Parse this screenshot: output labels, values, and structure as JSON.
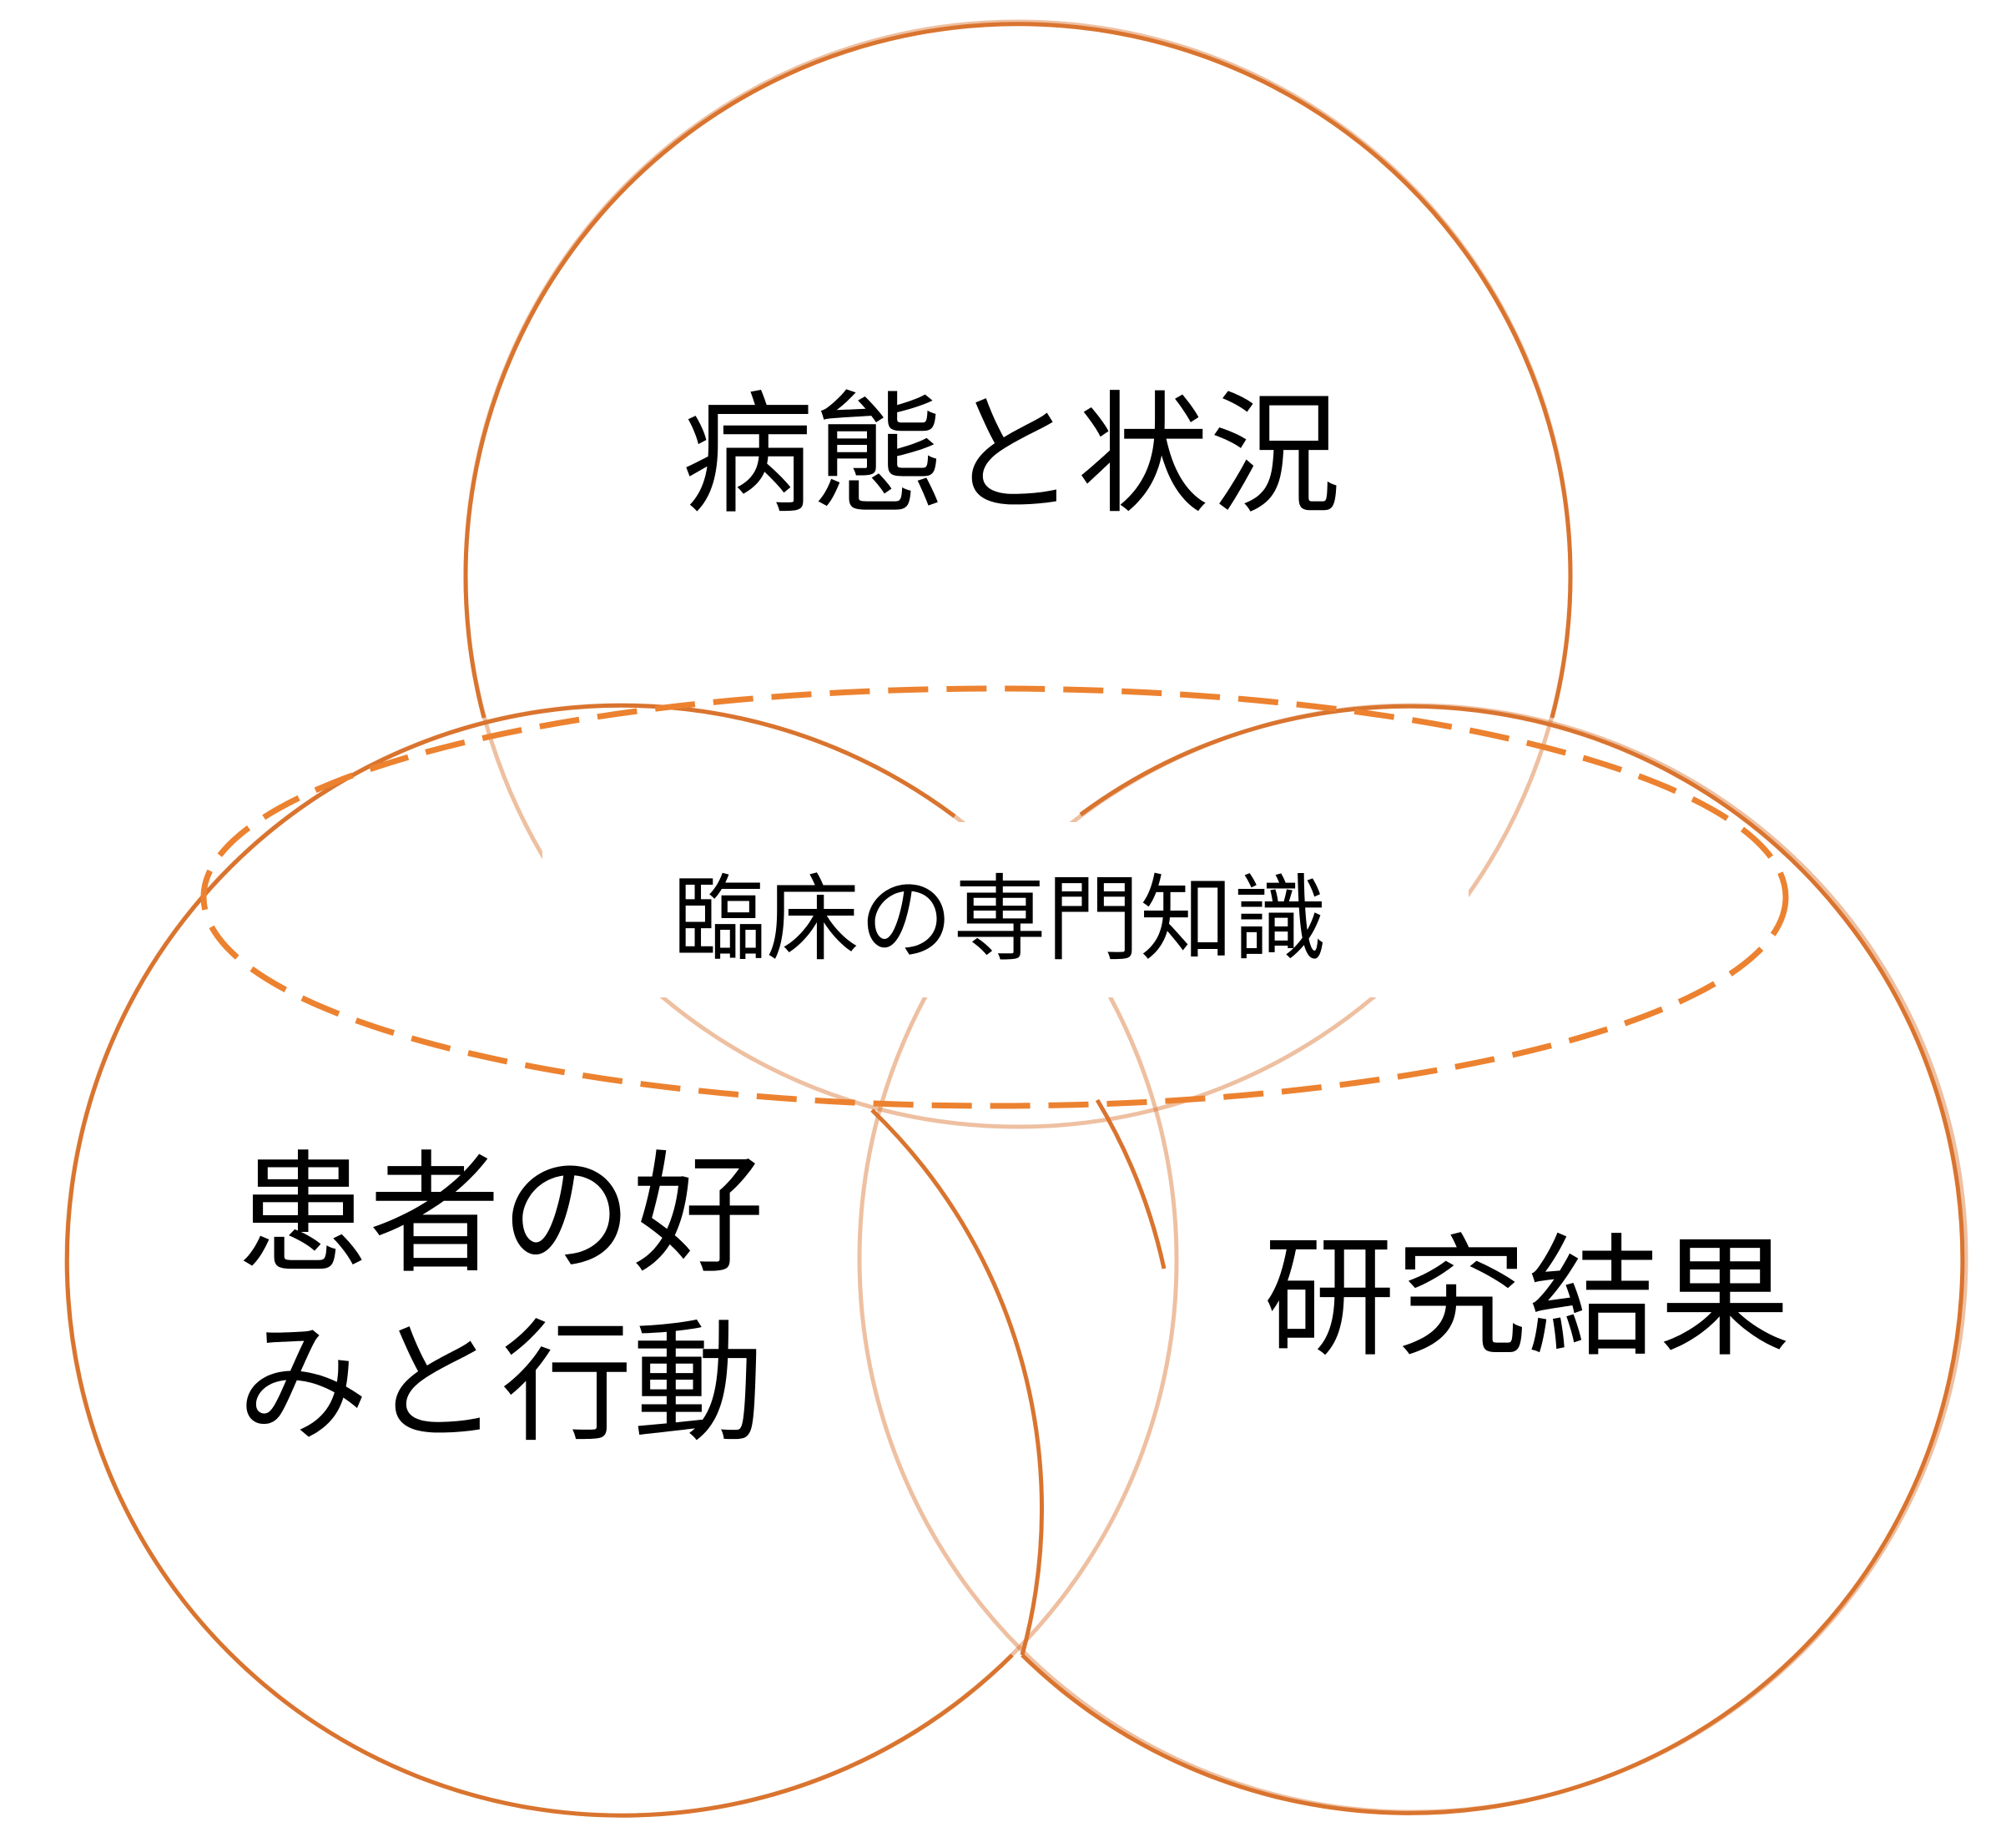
{
  "diagram": {
    "colors": {
      "circle_stroke": "#D9742F",
      "ellipse_stroke": "#EC8230",
      "text": "#000000",
      "background": "#FFFFFF"
    },
    "top_circle": {
      "label": "病態と状況"
    },
    "left_circle": {
      "label_line1": "患者の好",
      "label_line2": "みと行動"
    },
    "right_circle": {
      "label": "研究結果"
    },
    "center_ellipse": {
      "label": "臨床の専門知識"
    }
  }
}
